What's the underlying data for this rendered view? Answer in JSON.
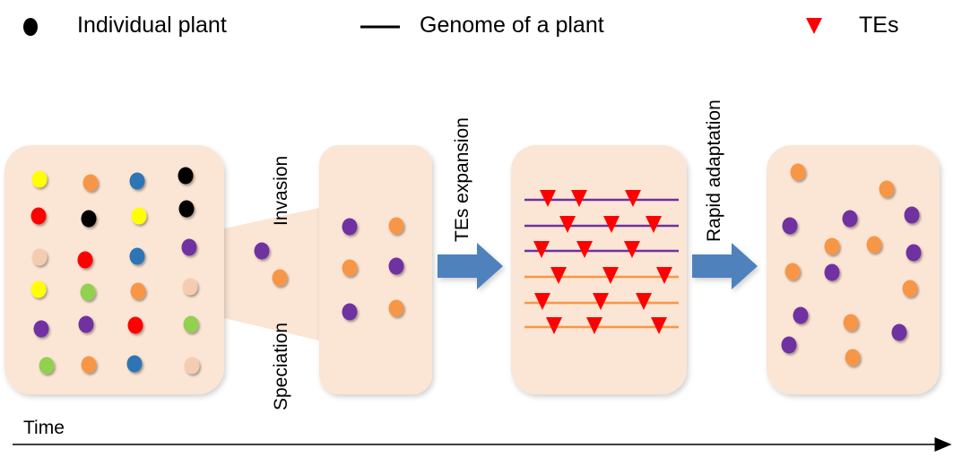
{
  "legend": {
    "plant_label": "Individual plant",
    "genome_label": "Genome of a plant",
    "te_label": "TEs"
  },
  "steps": {
    "invasion": "Invasion",
    "speciation": "Speciation",
    "te_expansion": "TEs expansion",
    "rapid_adaptation": "Rapid adaptation"
  },
  "axis": {
    "time_label": "Time"
  },
  "colors": {
    "panel_fill": "#fbe5d4",
    "arrow_fill": "#4f81bd",
    "te_marker": "#ff0000",
    "genome_purple": "#7030a0",
    "genome_orange": "#f79646",
    "plant_yellow": "#ffff00",
    "plant_orange": "#f79646",
    "plant_blue": "#2e75b6",
    "plant_black": "#000000",
    "plant_red": "#ff0000",
    "plant_peach": "#f4cdb0",
    "plant_purple": "#7030a0",
    "plant_green": "#92d050"
  }
}
